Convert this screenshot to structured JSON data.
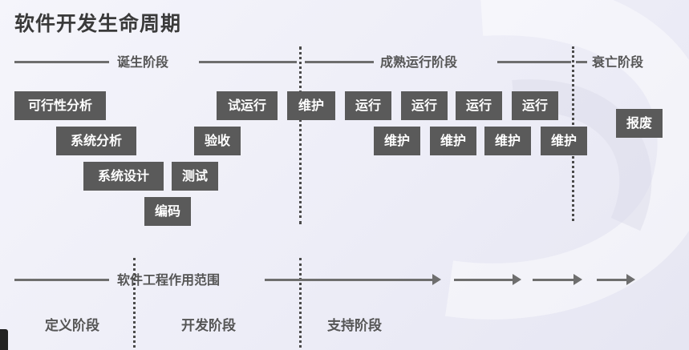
{
  "title": "软件开发生命周期",
  "top_phases": {
    "birth": "诞生阶段",
    "mature": "成熟运行阶段",
    "decline": "衰亡阶段"
  },
  "steps": {
    "feasibility": "可行性分析",
    "system_analysis": "系统分析",
    "system_design": "系统设计",
    "coding": "编码",
    "testing": "测试",
    "acceptance": "验收",
    "trial_run": "试运行",
    "maintenance": "维护",
    "run": "运行",
    "scrap": "报废"
  },
  "scope_label": "软件工程作用范围",
  "bottom_phases": {
    "definition": "定义阶段",
    "development": "开发阶段",
    "support": "支持阶段"
  },
  "colors": {
    "box": "#5a5a5a",
    "line": "#6e6e6e",
    "text": "#555555"
  }
}
